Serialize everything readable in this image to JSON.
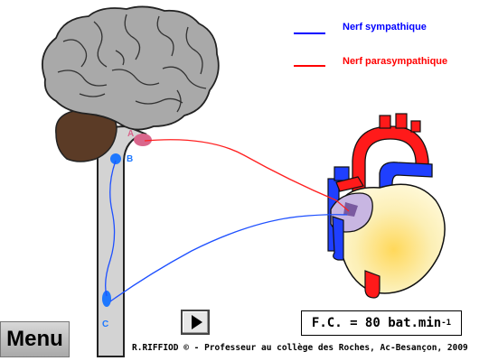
{
  "legend": {
    "sympathetic": {
      "label": "Nerf sympathique",
      "color": "#0000ff"
    },
    "parasympathetic": {
      "label": "Nerf parasympathique",
      "color": "#ff0000"
    }
  },
  "labels": {
    "a": "A",
    "b": "B",
    "c": "C"
  },
  "heart_rate": {
    "prefix": "F.C. = 80 bat.min",
    "exponent": "-1"
  },
  "menu": {
    "label": "Menu"
  },
  "credit": "R.RIFFIOD © - Professeur au collège des Roches, Ac-Besançon, 2009",
  "colors": {
    "brain": "#a9a9a9",
    "cerebellum": "#5b3b26",
    "spinal_cord": "#d3d3d3",
    "heart_base": "#f6e9a5",
    "artery": "#ff0000",
    "vein": "#1f3fff",
    "node": "#c8b6e2",
    "center_a": "#d9668c",
    "center_bc": "#1e78ff"
  },
  "icons": {
    "play": "play-icon"
  }
}
